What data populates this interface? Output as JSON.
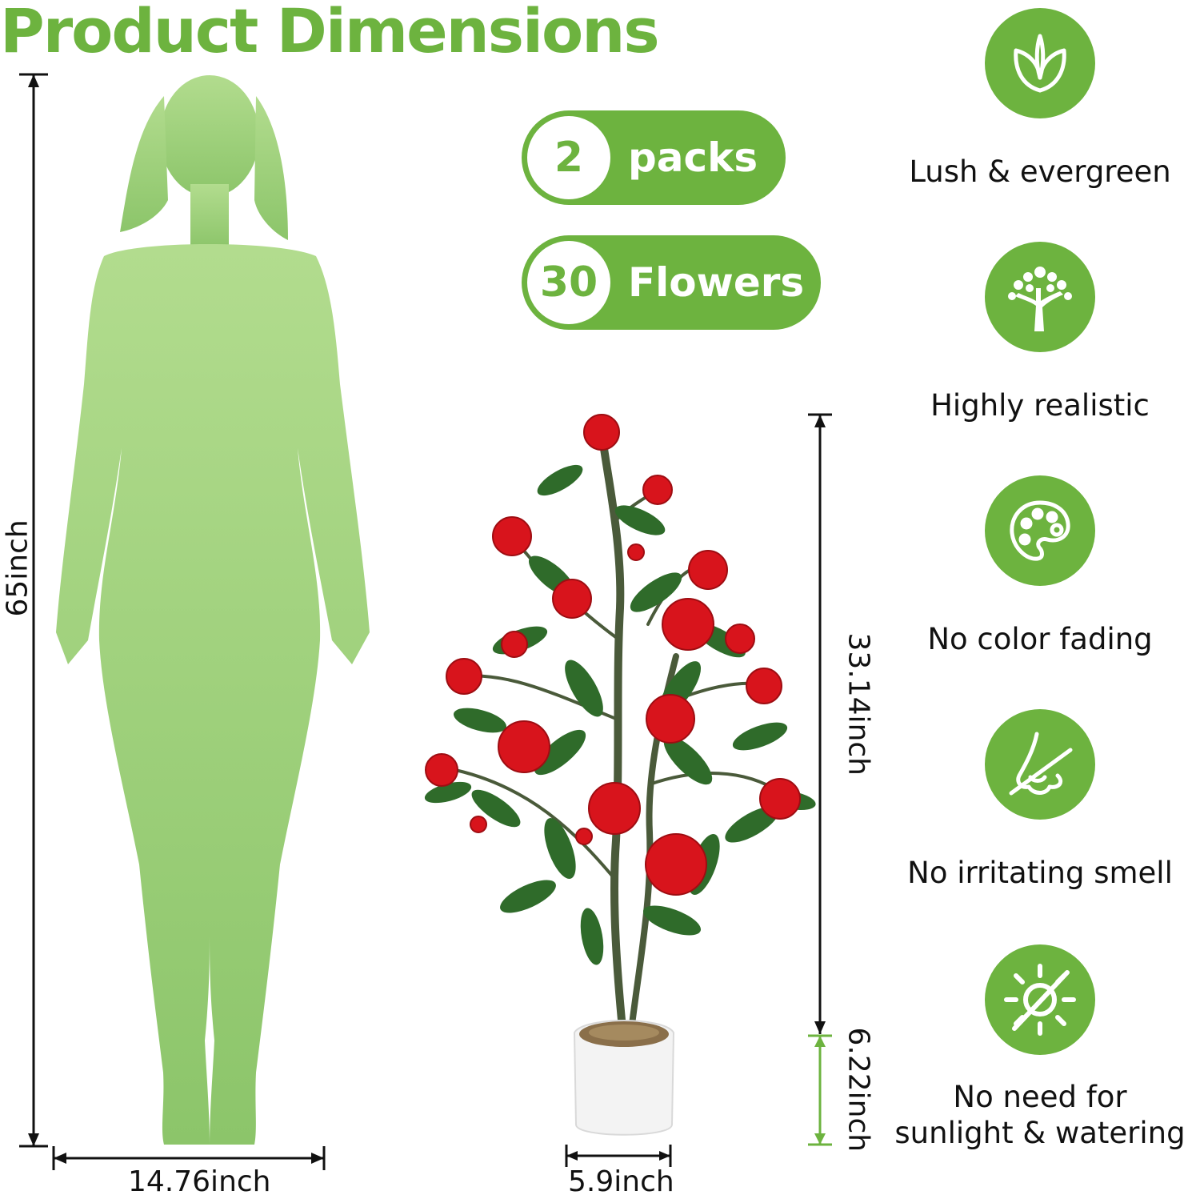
{
  "title": "Product Dimensions",
  "colors": {
    "accent": "#6db33f",
    "silhouette": "#9fd27a",
    "flower": "#d8141c",
    "leaf": "#2f6b2a",
    "pot": "#f3f3f3"
  },
  "dimensions": {
    "person_height": "65inch",
    "person_width": "14.76inch",
    "plant_height": "33.14inch",
    "pot_height": "6.22inch",
    "pot_width": "5.9inch"
  },
  "pills": [
    {
      "number": "2",
      "label": "packs"
    },
    {
      "number": "30",
      "label": "Flowers"
    }
  ],
  "features": [
    {
      "icon": "leaf-icon",
      "label": "Lush & evergreen"
    },
    {
      "icon": "tree-icon",
      "label": "Highly realistic"
    },
    {
      "icon": "palette-icon",
      "label": "No color fading"
    },
    {
      "icon": "no-smell-icon",
      "label": "No irritating smell"
    },
    {
      "icon": "no-sun-icon",
      "label_line1": "No need for",
      "label_line2": "sunlight & watering"
    }
  ]
}
